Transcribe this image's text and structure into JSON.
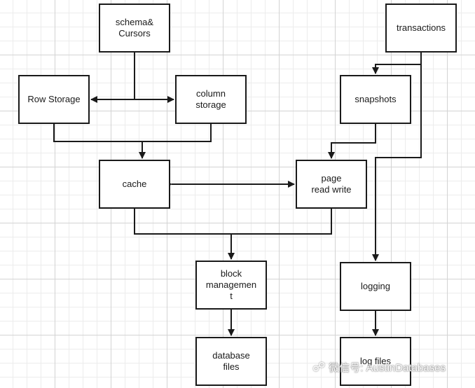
{
  "nodes": {
    "schema_cursors": "schema&\nCursors",
    "row_storage": "Row Storage",
    "column_storage": "column\nstorage",
    "cache": "cache",
    "page_read_write": "page\nread write",
    "transactions": "transactions",
    "snapshots": "snapshots",
    "block_management": "block\nmanagemen\nt",
    "database_files": "database\nfiles",
    "logging": "logging",
    "log_files": "log files"
  },
  "watermark": {
    "icon": "wechat-icon",
    "text": "微信号: AustinDatabases"
  },
  "colors": {
    "stroke": "#1a1a1a",
    "grid": "#d3d3d3"
  }
}
